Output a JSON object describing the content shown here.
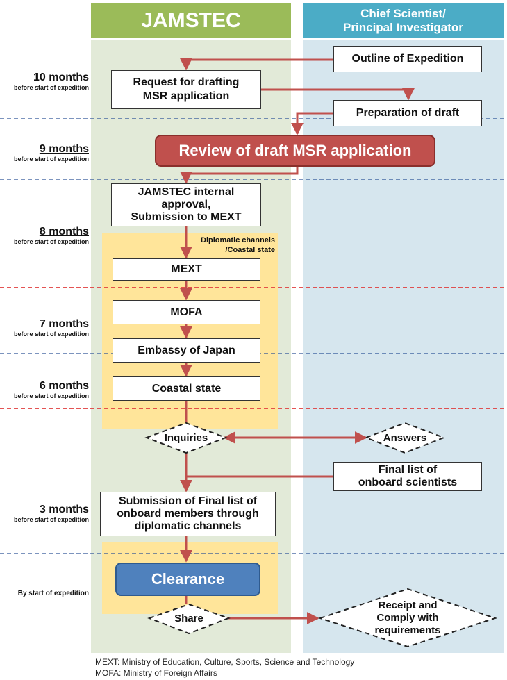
{
  "headers": {
    "left": "JAMSTEC",
    "right_line1": "Chief Scientist/",
    "right_line2": "Principal Investigator"
  },
  "timeline": [
    {
      "main": "10 months",
      "sub": "before start of expedition"
    },
    {
      "main": "9 months",
      "sub": "before start of expedition"
    },
    {
      "main": "8 months",
      "sub": "before start of expedition"
    },
    {
      "main": "7 months",
      "sub": "before start of expedition"
    },
    {
      "main": "6 months",
      "sub": "before start of expedition"
    },
    {
      "main": "3 months",
      "sub": "before start of expedition"
    },
    {
      "main": "",
      "sub": "By start of expedition"
    }
  ],
  "boxes": {
    "outline": "Outline of Expedition",
    "request_l1": "Request for drafting",
    "request_l2": "MSR application",
    "preparation": "Preparation of draft",
    "review": "Review of draft MSR application",
    "internal_l1": "JAMSTEC internal",
    "internal_l2": "approval,",
    "internal_l3": "Submission to MEXT",
    "channels_l1": "Diplomatic channels",
    "channels_l2": "/Coastal state",
    "mext": "MEXT",
    "mofa": "MOFA",
    "embassy": "Embassy of Japan",
    "coastal": "Coastal state",
    "inquiries": "Inquiries",
    "answers": "Answers",
    "final_list_l1": "Final list of",
    "final_list_l2": "onboard scientists",
    "submission_l1": "Submission of Final list of",
    "submission_l2": "onboard members through",
    "submission_l3": "diplomatic channels",
    "clearance": "Clearance",
    "share": "Share",
    "receipt_l1": "Receipt and",
    "receipt_l2": "Comply with",
    "receipt_l3": "requirements"
  },
  "footnotes": {
    "mext": "MEXT: Ministry of Education, Culture, Sports, Science and Technology",
    "mofa": "MOFA: Ministry of Foreign Affairs"
  },
  "colors": {
    "left_header": "#9bbb59",
    "right_header": "#4bacc6",
    "review_fill": "#c0504d",
    "clearance_fill": "#4f81bd",
    "arrow": "#c0504d",
    "divider_blue": "#2e5597",
    "divider_red": "#e03c3c"
  }
}
